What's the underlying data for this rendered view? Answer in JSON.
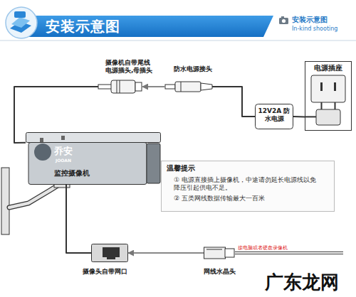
{
  "diagram": {
    "title": "安装示意图",
    "nodes": [
      {
        "text": [
          "摄像机自带尾线 电源插头,母插头"
        ]
      },
      {
        "text": [
          "防水电源接头"
        ]
      },
      {
        "text": [
          "电源插座"
        ]
      },
      {
        "text": [
          "12V2A 防水电源"
        ]
      },
      {
        "text": [
          "乔安",
          "JOOAN",
          "监控摄像机"
        ]
      },
      {
        "text": [
          "温馨提示",
          "① 电源直接插上摄像机，中途请勿延长电源线以免降压引起供电不足。",
          "② 五类网线数据传输最大一百米"
        ]
      },
      {
        "text": [
          "摄像头自带网口"
        ]
      },
      {
        "text": [
          "网线水晶头"
        ]
      }
    ],
    "edges": [
      {
        "from": 1,
        "to": 0,
        "arrow": "to"
      },
      {
        "from": 3,
        "to": 1,
        "arrow": "none"
      },
      {
        "from": 3,
        "to": 2,
        "arrow": "none"
      },
      {
        "from": 4,
        "to": 0,
        "arrow": "none"
      },
      {
        "from": 4,
        "to": 6,
        "arrow": "none"
      },
      {
        "from": 7,
        "to": 6,
        "arrow": "to"
      }
    ],
    "labels": [
      "安装示意图",
      "In-kind shooting",
      "接电脑或者硬盘录像机",
      "广东龙网"
    ]
  }
}
